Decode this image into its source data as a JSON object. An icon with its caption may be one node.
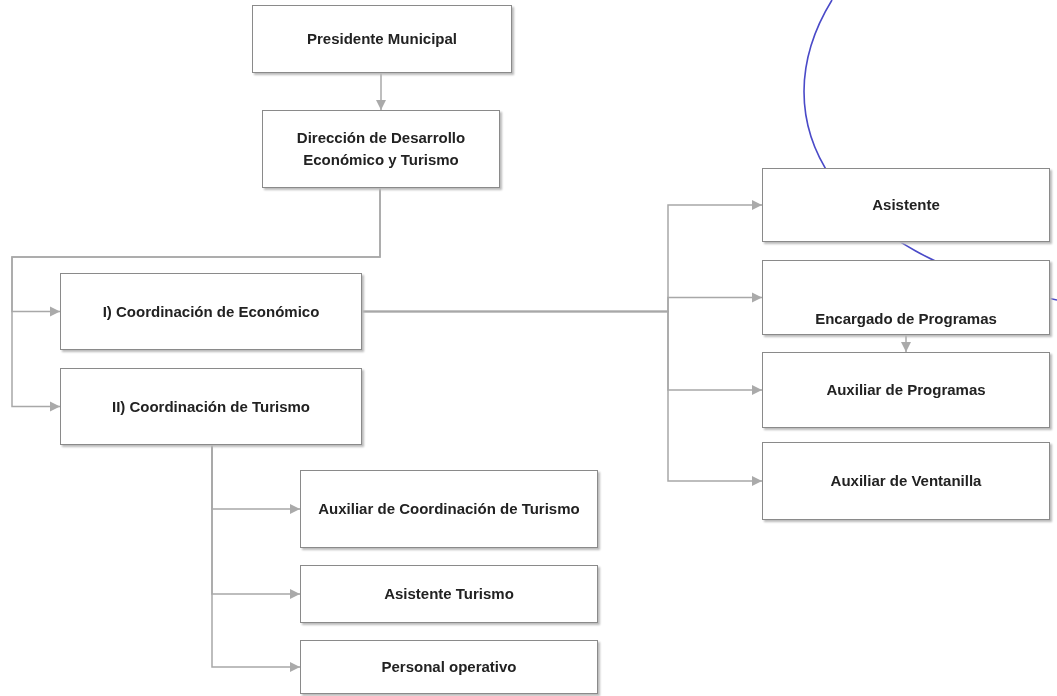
{
  "diagram": {
    "nodes": [
      {
        "text": [
          "Presidente Municipal"
        ]
      },
      {
        "text": [
          "Dirección de Desarrollo Económico y Turismo"
        ]
      },
      {
        "text": [
          "I) Coordinación de Económico"
        ]
      },
      {
        "text": [
          "II) Coordinación de Turismo"
        ]
      },
      {
        "text": [
          "Asistente"
        ]
      },
      {
        "text": [
          "Encargado de Programas"
        ]
      },
      {
        "text": [
          "Auxiliar de Programas"
        ]
      },
      {
        "text": [
          "Auxiliar de Ventanilla"
        ]
      },
      {
        "text": [
          "Auxiliar de Coordinación de Turismo"
        ]
      },
      {
        "text": [
          "Asistente Turismo"
        ]
      },
      {
        "text": [
          "Personal operativo"
        ]
      }
    ],
    "edges": [
      {
        "from": 0,
        "to": 1,
        "arrow": "to"
      },
      {
        "from": 1,
        "to": 2,
        "arrow": "to"
      },
      {
        "from": 1,
        "to": 3,
        "arrow": "to"
      },
      {
        "from": 2,
        "to": 4,
        "arrow": "to"
      },
      {
        "from": 2,
        "to": 5,
        "arrow": "to"
      },
      {
        "from": 2,
        "to": 6,
        "arrow": "to"
      },
      {
        "from": 2,
        "to": 7,
        "arrow": "to"
      },
      {
        "from": 5,
        "to": 6,
        "arrow": "to"
      },
      {
        "from": 3,
        "to": 8,
        "arrow": "to"
      },
      {
        "from": 3,
        "to": 9,
        "arrow": "to"
      },
      {
        "from": 3,
        "to": 10,
        "arrow": "to"
      }
    ]
  }
}
